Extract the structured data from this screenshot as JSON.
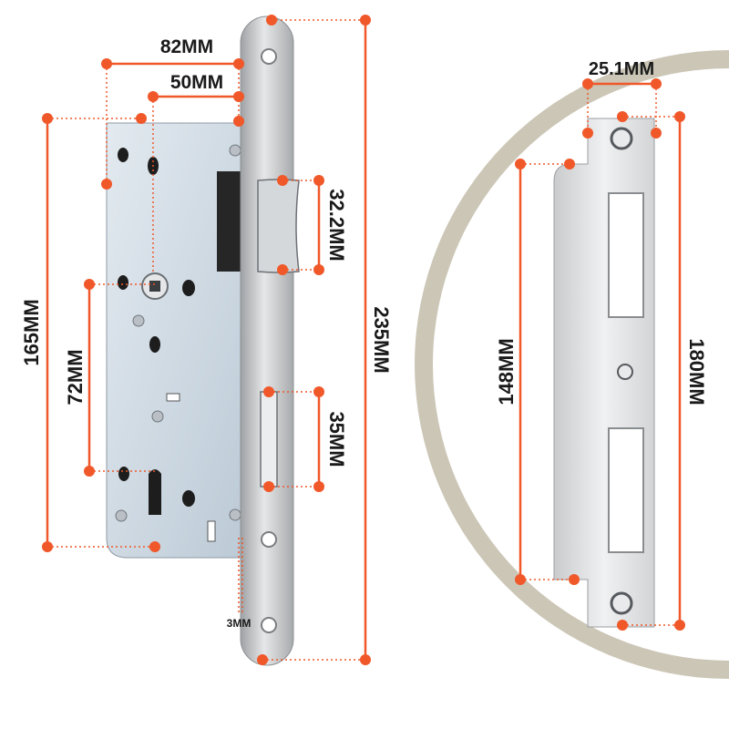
{
  "colors": {
    "background": "#ffffff",
    "backdrop": "#cbc6b6",
    "accent": "#f0582a",
    "lock_body": "#d3dde6",
    "faceplate": "#c4c6c8"
  },
  "lock": {
    "width_total": "82MM",
    "backset": "50MM",
    "body_height": "165MM",
    "spindle_to_cylinder": "72MM",
    "latch_height": "32.2MM",
    "deadbolt_height": "35MM",
    "faceplate_height": "235MM",
    "faceplate_thickness": "3MM"
  },
  "strike": {
    "width": "25.1MM",
    "body_height": "148MM",
    "plate_height": "180MM"
  }
}
